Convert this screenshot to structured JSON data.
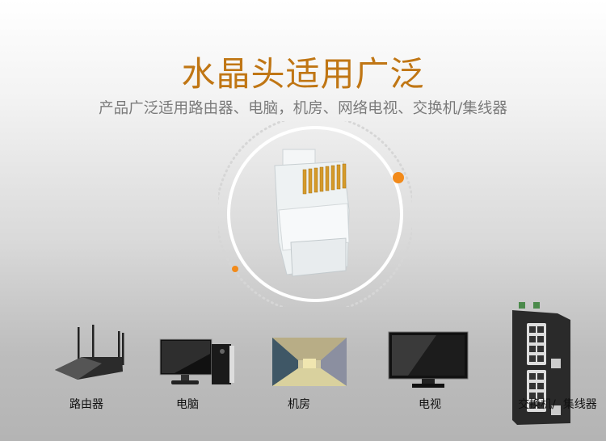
{
  "header": {
    "title": "水晶头适用广泛",
    "subtitle": "产品广泛适用路由器、电脑，机房、网络电视、交换机/集线器"
  },
  "colors": {
    "accent": "#c07614",
    "dot": "#f28a1a"
  },
  "devices": [
    {
      "label": "路由器",
      "icon": "router-icon"
    },
    {
      "label": "电脑",
      "icon": "computer-icon"
    },
    {
      "label": "机房",
      "icon": "server-room-image"
    },
    {
      "label": "电视",
      "icon": "tv-icon"
    },
    {
      "label": "交换机/  集线器",
      "icon": "switch-icon"
    }
  ]
}
